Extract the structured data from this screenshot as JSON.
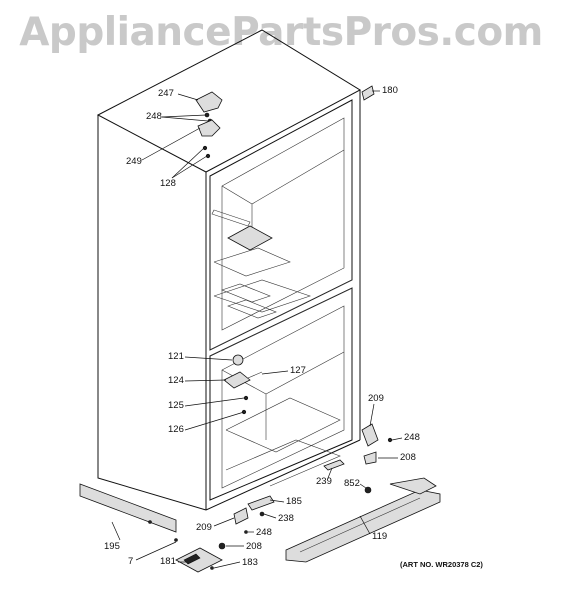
{
  "watermark": "AppliancePartsPros.com",
  "art_number": "(ART NO. WR20378 C2)",
  "callouts": [
    "247",
    "248",
    "180",
    "249",
    "128",
    "121",
    "124",
    "127",
    "125",
    "126",
    "209",
    "248",
    "208",
    "239",
    "852",
    "185",
    "238",
    "209",
    "248",
    "208",
    "195",
    "119",
    "7",
    "181",
    "183"
  ]
}
